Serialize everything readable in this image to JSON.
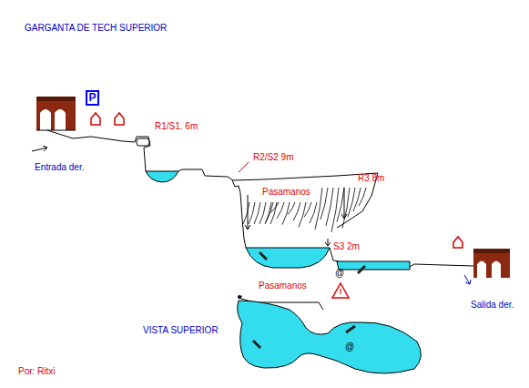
{
  "diagram": {
    "title": "GARGANTA DE TECH SUPERIOR",
    "nodes": [
      {
        "text": [
          "P"
        ]
      }
    ],
    "labels": [
      "Entrada der.",
      "R1/S1. 6m",
      "R2/S2 9m",
      "Pasamanos",
      "R3 8m",
      "S3 2m",
      "@",
      "!",
      "Salida der.",
      "Pasamanos",
      "VISTA SUPERIOR",
      "@",
      "Por: Ritxi"
    ]
  }
}
